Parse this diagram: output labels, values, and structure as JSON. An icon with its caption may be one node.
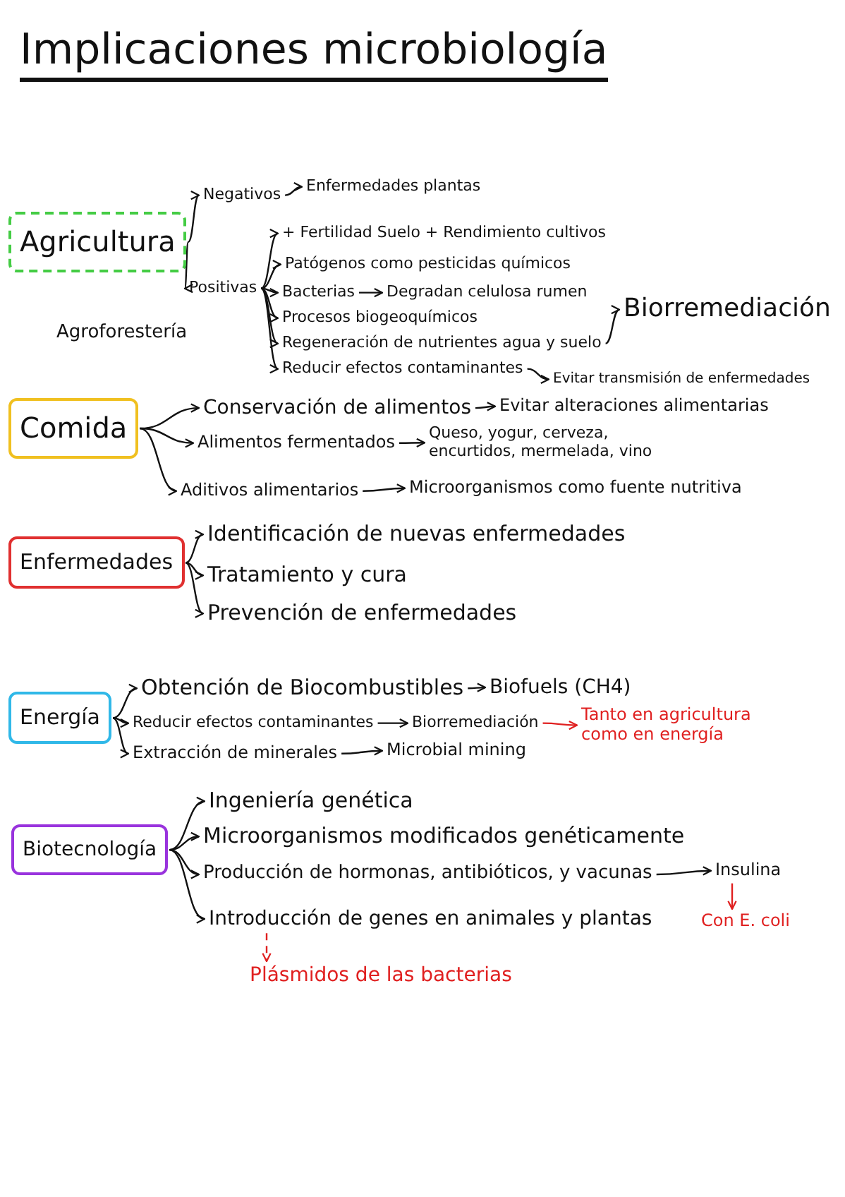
{
  "diagram": {
    "title": "Implicaciones microbiología",
    "nodes": [
      {
        "text": [
          "Agricultura"
        ]
      },
      {
        "text": [
          "Negativos"
        ]
      },
      {
        "text": [
          "Enfermedades plantas"
        ]
      },
      {
        "text": [
          "Positivas"
        ]
      },
      {
        "text": [
          "+ Fertilidad Suelo + Rendimiento cultivos"
        ]
      },
      {
        "text": [
          "Patógenos como pesticidas químicos"
        ]
      },
      {
        "text": [
          "Bacterias"
        ]
      },
      {
        "text": [
          "Degradan celulosa rumen"
        ]
      },
      {
        "text": [
          "Procesos biogeoquímicos"
        ]
      },
      {
        "text": [
          "Regeneración de nutrientes agua y suelo"
        ]
      },
      {
        "text": [
          "Reducir efectos contaminantes"
        ]
      },
      {
        "text": [
          "Biorremediación"
        ]
      },
      {
        "text": [
          "Evitar transmisión de enfermedades"
        ]
      },
      {
        "text": [
          "Comida"
        ]
      },
      {
        "text": [
          "Conservación de alimentos"
        ]
      },
      {
        "text": [
          "Evitar alteraciones alimentarias"
        ]
      },
      {
        "text": [
          "Alimentos fermentados"
        ]
      },
      {
        "text": [
          "Queso, yogur, cerveza, encurtidos, mermelada, vino"
        ]
      },
      {
        "text": [
          "Aditivos alimentarios"
        ]
      },
      {
        "text": [
          "Microorganismos como fuente nutritiva"
        ]
      },
      {
        "text": [
          "Enfermedades"
        ]
      },
      {
        "text": [
          "Identificación de nuevas enfermedades"
        ]
      },
      {
        "text": [
          "Tratamiento y cura"
        ]
      },
      {
        "text": [
          "Prevención de enfermedades"
        ]
      },
      {
        "text": [
          "Energía"
        ]
      },
      {
        "text": [
          "Obtención de Biocombustibles"
        ]
      },
      {
        "text": [
          "Biofuels (CH4)"
        ]
      },
      {
        "text": [
          "Reducir efectos contaminantes"
        ]
      },
      {
        "text": [
          "Biorremediación"
        ]
      },
      {
        "text": [
          "Tanto en agricultura como en energía"
        ]
      },
      {
        "text": [
          "Extracción de minerales"
        ]
      },
      {
        "text": [
          "Microbial mining"
        ]
      },
      {
        "text": [
          "Biotecnología"
        ]
      },
      {
        "text": [
          "Ingeniería genética"
        ]
      },
      {
        "text": [
          "Microorganismos modificados genéticamente"
        ]
      },
      {
        "text": [
          "Producción de hormonas, antibióticos, y vacunas"
        ]
      },
      {
        "text": [
          "Insulina"
        ]
      },
      {
        "text": [
          "Con E. coli"
        ]
      },
      {
        "text": [
          "Introducción de genes en animales y plantas"
        ]
      },
      {
        "text": [
          "Plásmidos de las bacterias"
        ]
      }
    ],
    "edges": [
      {
        "from": 0,
        "to": 1,
        "arrow": "to"
      },
      {
        "from": 0,
        "to": 3,
        "arrow": "to"
      },
      {
        "from": 1,
        "to": 2,
        "arrow": "to"
      },
      {
        "from": 3,
        "to": 4,
        "arrow": "to"
      },
      {
        "from": 3,
        "to": 5,
        "arrow": "to"
      },
      {
        "from": 3,
        "to": 6,
        "arrow": "to"
      },
      {
        "from": 6,
        "to": 7,
        "arrow": "to"
      },
      {
        "from": 3,
        "to": 8,
        "arrow": "to"
      },
      {
        "from": 3,
        "to": 9,
        "arrow": "to"
      },
      {
        "from": 3,
        "to": 10,
        "arrow": "to"
      },
      {
        "from": 9,
        "to": 11,
        "arrow": "to"
      },
      {
        "from": 10,
        "to": 12,
        "arrow": "to"
      },
      {
        "from": 13,
        "to": 14,
        "arrow": "to"
      },
      {
        "from": 14,
        "to": 15,
        "arrow": "to"
      },
      {
        "from": 13,
        "to": 16,
        "arrow": "to"
      },
      {
        "from": 16,
        "to": 17,
        "arrow": "to"
      },
      {
        "from": 13,
        "to": 18,
        "arrow": "to"
      },
      {
        "from": 18,
        "to": 19,
        "arrow": "to"
      },
      {
        "from": 20,
        "to": 21,
        "arrow": "to"
      },
      {
        "from": 20,
        "to": 22,
        "arrow": "to"
      },
      {
        "from": 20,
        "to": 23,
        "arrow": "to"
      },
      {
        "from": 24,
        "to": 25,
        "arrow": "to"
      },
      {
        "from": 25,
        "to": 26,
        "arrow": "to"
      },
      {
        "from": 24,
        "to": 27,
        "arrow": "to"
      },
      {
        "from": 27,
        "to": 28,
        "arrow": "to"
      },
      {
        "from": 28,
        "to": 29,
        "arrow": "to",
        "color": "#e02020"
      },
      {
        "from": 24,
        "to": 30,
        "arrow": "to"
      },
      {
        "from": 30,
        "to": 31,
        "arrow": "to"
      },
      {
        "from": 32,
        "to": 33,
        "arrow": "to"
      },
      {
        "from": 32,
        "to": 34,
        "arrow": "to"
      },
      {
        "from": 32,
        "to": 35,
        "arrow": "to"
      },
      {
        "from": 35,
        "to": 36,
        "arrow": "to"
      },
      {
        "from": 36,
        "to": 37,
        "arrow": "to",
        "color": "#e02020"
      },
      {
        "from": 32,
        "to": 38,
        "arrow": "to"
      },
      {
        "from": 38,
        "to": 39,
        "arrow": "to",
        "style": "dashed",
        "color": "#e02020"
      }
    ],
    "labels": [
      "Agroforestería"
    ]
  }
}
